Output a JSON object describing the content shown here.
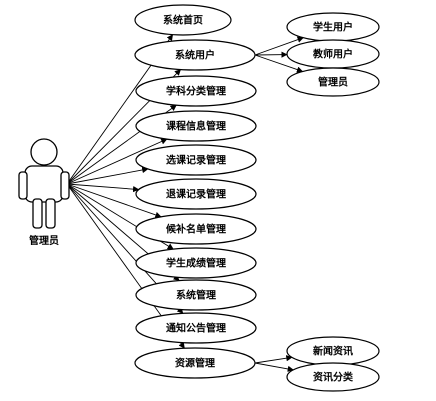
{
  "actor": {
    "name": "管理员"
  },
  "use_cases": [
    {
      "id": "home",
      "label": "系统首页"
    },
    {
      "id": "users",
      "label": "系统用户"
    },
    {
      "id": "subject",
      "label": "学科分类管理"
    },
    {
      "id": "course",
      "label": "课程信息管理"
    },
    {
      "id": "select",
      "label": "选课记录管理"
    },
    {
      "id": "drop",
      "label": "退课记录管理"
    },
    {
      "id": "waitlist",
      "label": "候补名单管理"
    },
    {
      "id": "grades",
      "label": "学生成绩管理"
    },
    {
      "id": "system",
      "label": "系统管理"
    },
    {
      "id": "notice",
      "label": "通知公告管理"
    },
    {
      "id": "resource",
      "label": "资源管理"
    }
  ],
  "sub_cases": [
    {
      "id": "student-user",
      "label": "学生用户",
      "parent": "users"
    },
    {
      "id": "teacher-user",
      "label": "教师用户",
      "parent": "users"
    },
    {
      "id": "admin-user",
      "label": "管理员",
      "parent": "users"
    },
    {
      "id": "news",
      "label": "新闻资讯",
      "parent": "resource"
    },
    {
      "id": "news-category",
      "label": "资讯分类",
      "parent": "resource"
    }
  ]
}
